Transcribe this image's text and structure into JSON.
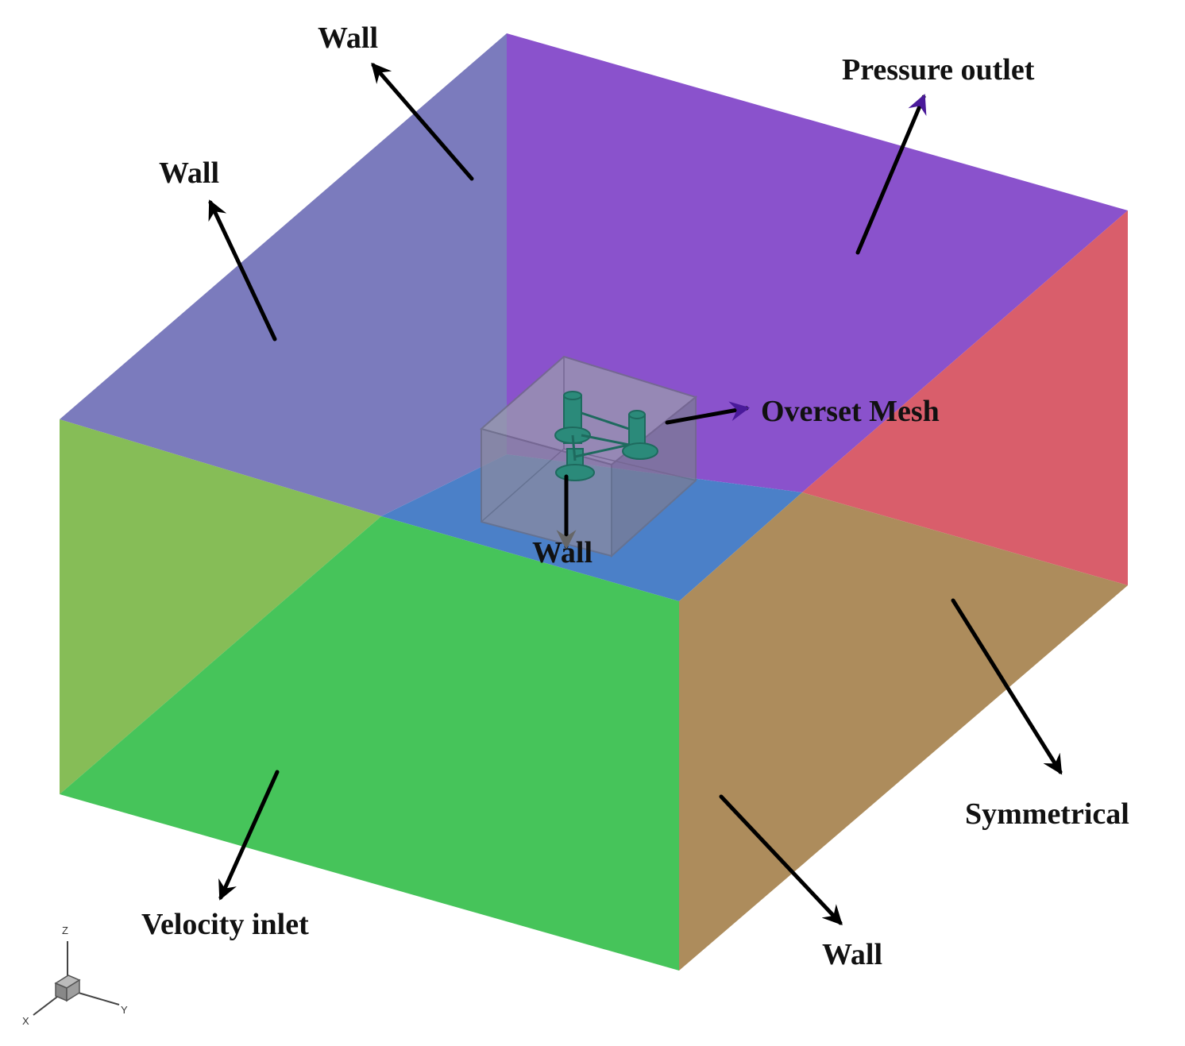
{
  "labels": {
    "wall_top_back": "Wall",
    "wall_left_back": "Wall",
    "pressure_outlet": "Pressure outlet",
    "overset_mesh": "Overset Mesh",
    "wall_bottom": "Wall",
    "symmetrical": "Symmetrical",
    "velocity_inlet": "Velocity inlet",
    "wall_front_right": "Wall"
  },
  "axis_triad": {
    "z": "Z",
    "y": "Y",
    "x": "X"
  },
  "colors": {
    "back_left_face": "#7b7bbd",
    "back_right_face": "#8a52cc",
    "right_face_top": "#d95e6b",
    "bottom_face": "#4b80c8",
    "front_left_face": "#46c45a",
    "left_side_face": "#86bd57",
    "front_right_face": "#ad8c5c",
    "overset_box": "#8a8aa0",
    "turbine": "#2b8a7a"
  }
}
